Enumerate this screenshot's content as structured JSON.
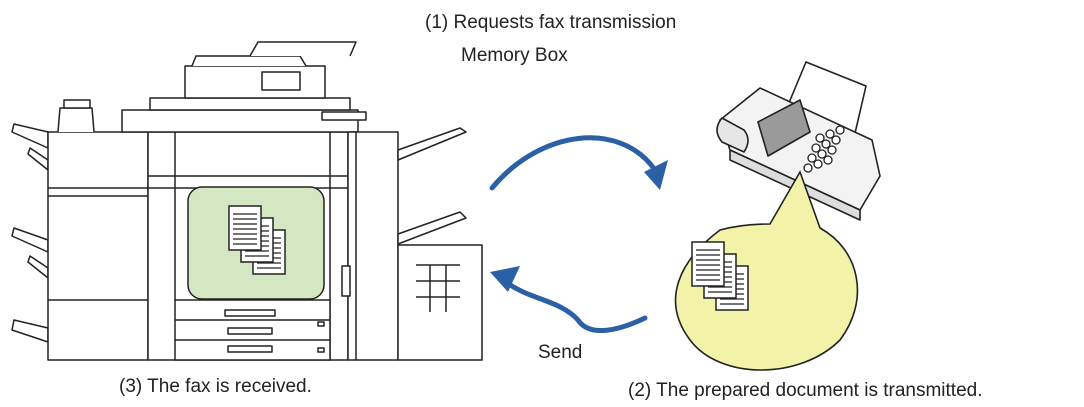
{
  "labels": {
    "step1_line1": "(1) Requests fax transmission",
    "step1_line2": "Memory Box",
    "send": "Send",
    "step3": "(3) The fax is received.",
    "step2": "(2) The prepared document is transmitted."
  },
  "colors": {
    "arrow": "#2b5fa6",
    "memory_box_fill": "#d3e8c2",
    "document_bubble_fill": "#f2f2a8",
    "outline": "#222222"
  },
  "icons": {
    "machine": "multifunction-printer-icon",
    "fax": "fax-machine-icon",
    "documents": "document-stack-icon"
  }
}
